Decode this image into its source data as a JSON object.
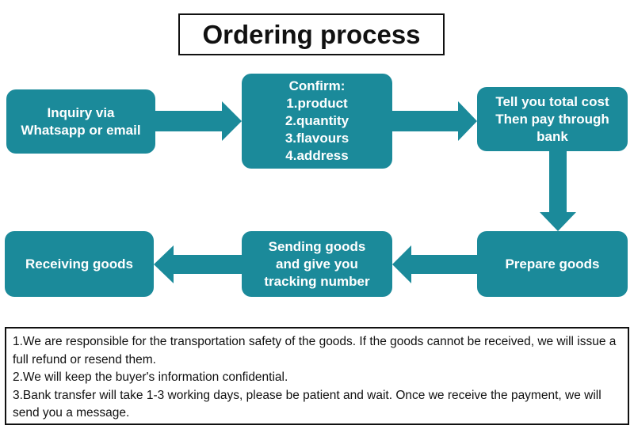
{
  "title": "Ordering process",
  "colors": {
    "step_fill": "#1b8a9a",
    "text": "#ffffff",
    "border": "#111111"
  },
  "steps": {
    "inquiry": {
      "lines": [
        "Inquiry via",
        "Whatsapp or email"
      ]
    },
    "confirm": {
      "lines": [
        "Confirm:",
        "1.product",
        "2.quantity",
        "3.flavours",
        "4.address"
      ]
    },
    "total_cost": {
      "lines": [
        "Tell you total cost",
        "Then pay through",
        "bank"
      ]
    },
    "prepare": {
      "lines": [
        "Prepare goods"
      ]
    },
    "sending": {
      "lines": [
        "Sending goods",
        "and give you",
        "tracking number"
      ]
    },
    "receiving": {
      "lines": [
        "Receiving goods"
      ]
    }
  },
  "notes": [
    "1.We are responsible for the transportation safety of the goods. If the goods cannot be received, we will issue a full refund or resend them.",
    "2.We will keep the buyer's information confidential.",
    "3.Bank transfer will take 1-3 working days, please be patient and wait. Once we receive the payment, we will send you a message."
  ]
}
